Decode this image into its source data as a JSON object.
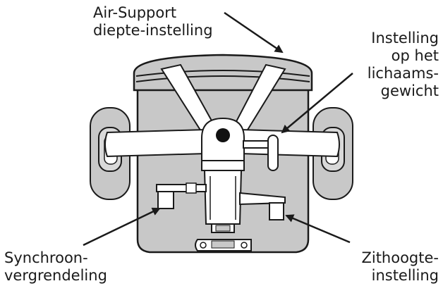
{
  "labels": {
    "air_support": [
      "Air-Support",
      "diepte-instelling"
    ],
    "weight": [
      "Instelling",
      "op het",
      "lichaams-",
      "gewicht"
    ],
    "synchro": [
      "Synchroon-",
      "vergrendeling"
    ],
    "seat_height": [
      "Zithoogte-",
      "instelling"
    ]
  },
  "colors": {
    "seat_fill": "#c8c8c8",
    "seat_fill_dark": "#b3b3b3",
    "frame_fill": "#ffffff",
    "outline": "#1a1a1a"
  }
}
